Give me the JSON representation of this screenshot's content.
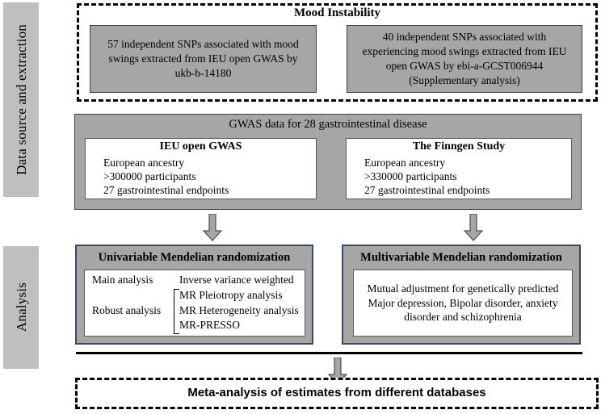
{
  "stages": [
    {
      "id": "data-source",
      "label": "Data source and extraction"
    },
    {
      "id": "analysis",
      "label": "Analysis"
    }
  ],
  "mood_instability": {
    "title": "Mood Instability",
    "exposures": [
      {
        "id": "ukb-b-14180",
        "lines": [
          "57 independent SNPs associated with mood",
          "swings extracted from IEU open GWAS by",
          "ukb-b-14180"
        ]
      },
      {
        "id": "ebi-a-GCST006944",
        "lines": [
          "40 independent SNPs associated with",
          "experiencing mood swings extracted from IEU",
          "open GWAS by ebi-a-GCST006944",
          "(Supplementary analysis)"
        ]
      }
    ]
  },
  "gwas": {
    "title": "GWAS data for 28 gastrointestinal disease",
    "sources": [
      {
        "name": "IEU open GWAS",
        "lines": [
          "European ancestry",
          ">300000 participants",
          "27 gastrointestinal endpoints"
        ]
      },
      {
        "name": "The  Finngen Study",
        "lines": [
          "European ancestry",
          ">330000 participants",
          "27 gastrointestinal endpoints"
        ]
      }
    ]
  },
  "univariable": {
    "title": "Univariable Mendelian randomization",
    "main_label": "Main analysis",
    "main_value": "Inverse variance weighted",
    "robust_label": "Robust analysis",
    "robust_values": [
      "MR Pleiotropy analysis",
      "MR Heterogeneity analysis",
      "MR-PRESSO"
    ]
  },
  "multivariable": {
    "title": "Multivariable Mendelian randomization",
    "lines": [
      "Mutual adjustment for genetically predicted",
      "Major depression, Bipolar disorder, anxiety",
      "disorder and schizophrenia"
    ]
  },
  "meta": {
    "title": "Meta-analysis of estimates from different databases"
  },
  "icons": {
    "flow_arrow": "down-block-arrow-icon"
  },
  "colors": {
    "stage_label_bg": "#bfbfbf",
    "gray_box_bg": "#a6a6a6",
    "navy_border": "#3b4a63",
    "white_box_bg": "#ffffff",
    "line_black": "#000000"
  }
}
